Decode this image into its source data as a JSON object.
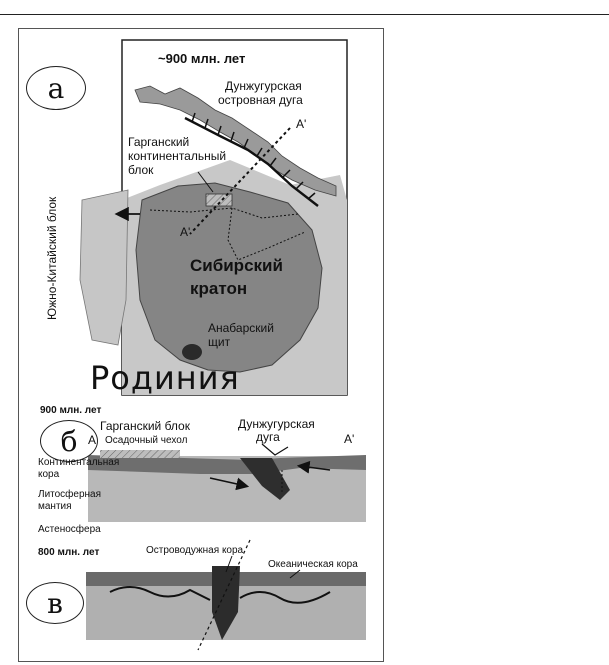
{
  "panel_a": {
    "letter": "а",
    "age": "~900 млн. лет",
    "arc_label_1": "Дунжугурская",
    "arc_label_2": "островная дуга",
    "marker_a_prime_top": "A'",
    "gargan_1": "Гарганский",
    "gargan_2": "континентальный",
    "gargan_3": "блок",
    "marker_a_prime_bottom": "A'",
    "south_china": "Южно-Китайский блок",
    "craton_1": "Сибирский",
    "craton_2": "кратон",
    "shield_1": "Анабарский",
    "shield_2": "щит",
    "rodinia": "Родиния"
  },
  "panel_b": {
    "letter": "б",
    "age": "900 млн. лет",
    "marker_a": "A",
    "gargan_block": "Гарганский блок",
    "sediment": "Осадочный чехол",
    "arc_1": "Дунжугурская",
    "arc_2": "дуга",
    "marker_a_prime": "A'",
    "crust_1": "Континентальная",
    "crust_2": "кора",
    "litho_1": "Литосферная",
    "litho_2": "мантия",
    "astheno": "Астеносфера"
  },
  "panel_c": {
    "letter": "в",
    "age": "800 млн. лет",
    "island_arc_crust": "Островодужная кора",
    "oceanic_crust": "Океаническая кора"
  }
}
